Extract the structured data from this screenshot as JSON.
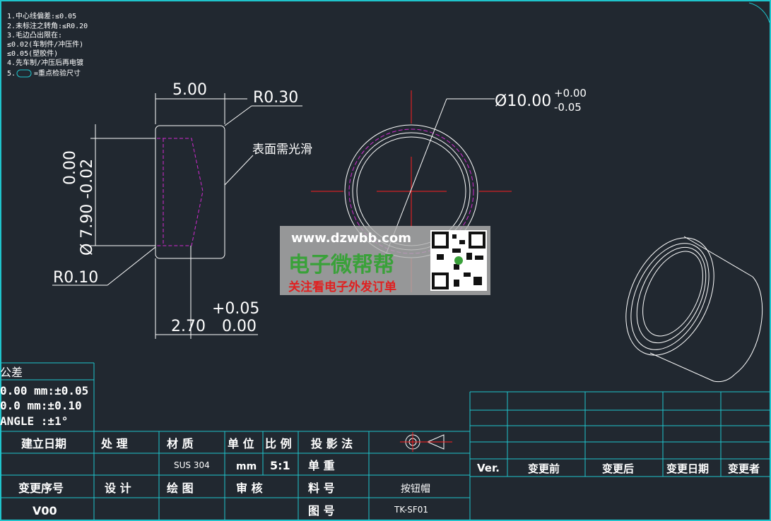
{
  "notes": [
    "1.中心线偏差:≤0.05",
    "2.未标注之转角:≤R0.20",
    "3.毛边凸出限在:",
    "≤0.02(车制件/冲压件)",
    "≤0.05(塑胶件)",
    "4.先车制/冲压后再电镀",
    "5.",
    "=重点检验尺寸"
  ],
  "dimensions": {
    "width_top": "5.00",
    "radius_top": "R0.30",
    "surface_note": "表面需光滑",
    "dia_inner_plus": "0.00",
    "dia_inner_main": "Ø 7.90 -0.02",
    "radius_bottom": "R0.10",
    "width_bottom_main": "2.70",
    "width_bottom_plus": "+0.05",
    "width_bottom_minus": "0.00",
    "dia_outer_main": "Ø10.00",
    "dia_outer_plus": "+0.00",
    "dia_outer_minus": "-0.05"
  },
  "watermark": {
    "url": "www.dzwbb.com",
    "name": "电子微帮帮",
    "slogan": "关注看电子外发订单"
  },
  "tolerance_table": {
    "header": "公差",
    "rows": [
      "0.00 mm:±0.05",
      "0.0  mm:±0.10",
      "ANGLE  :±1°"
    ]
  },
  "title_block": {
    "h1": [
      "建立日期",
      "处    理",
      "材    质",
      "单 位",
      "比 例",
      "投 影 法"
    ],
    "r1": [
      "",
      "",
      "SUS 304",
      "mm",
      "5:1",
      "单    重",
      ""
    ],
    "h2": [
      "变更序号",
      "设    计",
      "绘    图",
      "审    核",
      "料    号",
      "按钮帽"
    ],
    "r2": [
      "V00",
      "",
      "",
      "",
      "图    号",
      "TK-SF01"
    ]
  },
  "revision_table": {
    "headers": [
      "Ver.",
      "变更前",
      "变更后",
      "变更日期",
      "变更者"
    ]
  },
  "colors": {
    "background": "#212830",
    "line": "#ffffff",
    "table": "#1fc4cc",
    "hidden": "#d22ad2",
    "center": "#ff2020",
    "watermark_green": "#3aa13a",
    "watermark_red": "#e02020"
  }
}
